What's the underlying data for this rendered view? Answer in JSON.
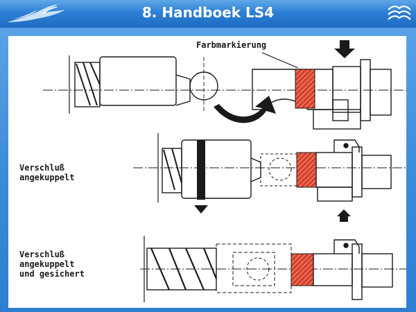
{
  "header": {
    "title": "8. Handboek LS4",
    "colors": {
      "bar": "#2c7fd4",
      "title": "#ffffff"
    },
    "left_logo_icon": "bird-logo-icon",
    "right_logo_icon": "waves-logo-icon"
  },
  "figure": {
    "color_mark_label": "Farbmarkierung",
    "rows": [
      {
        "label_lines": []
      },
      {
        "label_lines": [
          "Verschluß",
          "angekuppelt"
        ]
      },
      {
        "label_lines": [
          "Verschluß",
          "angekuppelt",
          "und gesichert"
        ]
      }
    ],
    "colors": {
      "ink": "#1a1a1a",
      "marking": "#d9412b"
    }
  }
}
